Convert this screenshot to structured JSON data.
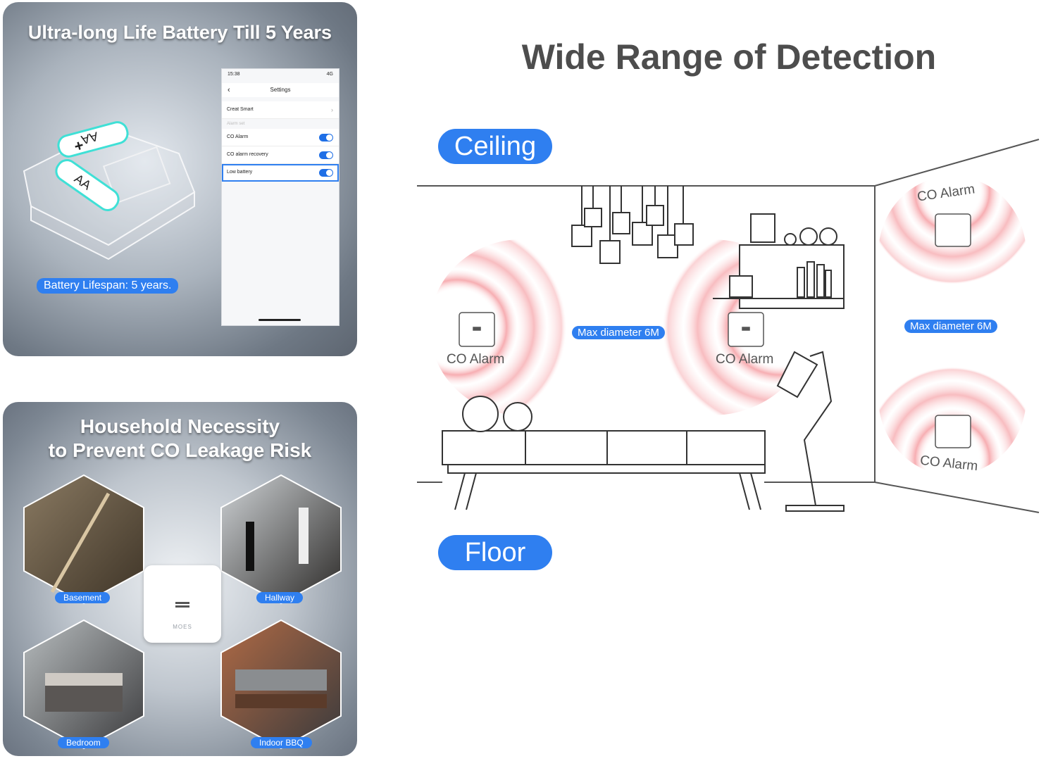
{
  "battery_card": {
    "title": "Ultra-long Life Battery Till 5 Years",
    "lifespan_label": "Battery Lifespan: 5 years.",
    "battery_marking": "AA",
    "phone": {
      "time": "15:38",
      "signal": "4G",
      "nav_title": "Settings",
      "items": [
        {
          "label": "Creat Smart",
          "type": "link"
        },
        {
          "label": "Alarm set",
          "type": "section"
        },
        {
          "label": "CO Alarm",
          "type": "toggle",
          "on": true
        },
        {
          "label": "CO alarm recovery",
          "type": "toggle",
          "on": true
        },
        {
          "label": "Low battery",
          "type": "toggle",
          "on": true,
          "highlighted": true
        }
      ]
    }
  },
  "household_card": {
    "title_line1": "Household Necessity",
    "title_line2": "to Prevent CO Leakage Risk",
    "hub_logo": "MOES",
    "locations": [
      "Basement",
      "Hallway",
      "Bedroom",
      "Indoor BBQ"
    ]
  },
  "detection": {
    "title": "Wide Range of Detection",
    "ceiling_label": "Ceiling",
    "floor_label": "Floor",
    "alarm_label": "CO Alarm",
    "diameter_label": "Max diameter 6M"
  },
  "colors": {
    "accent": "#2f7ff0",
    "title_gray": "#4d4d4d",
    "wave": "#f06b73"
  }
}
